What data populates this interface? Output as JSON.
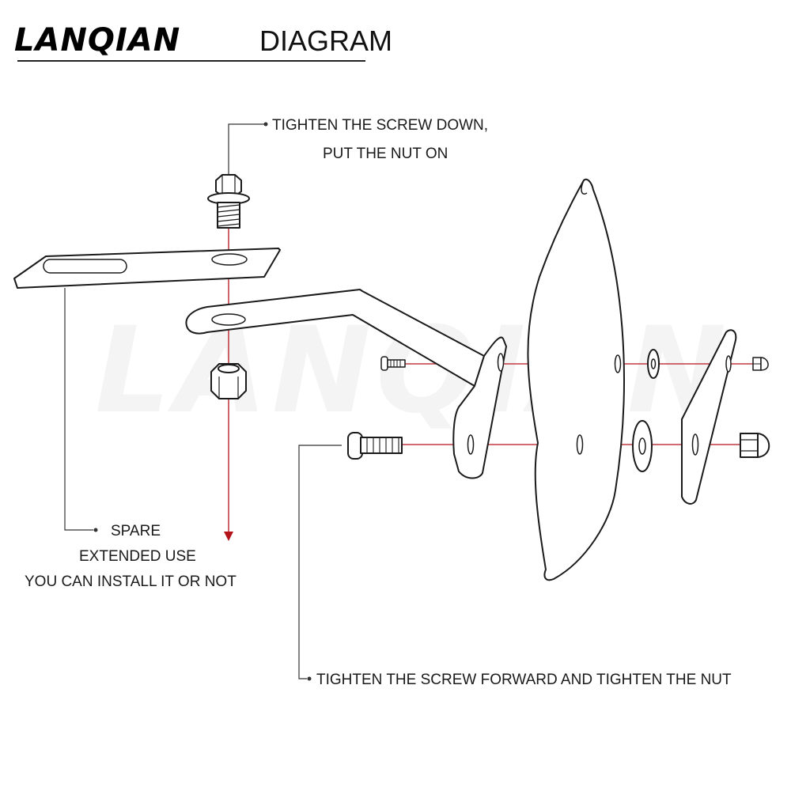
{
  "header": {
    "logo": "LANQIAN",
    "title_suffix": "DIAGRAM"
  },
  "watermark": "LANQIAN",
  "callouts": {
    "top_line1": "TIGHTEN THE SCREW DOWN,",
    "top_line2": "PUT THE NUT ON",
    "spare_line1": "SPARE",
    "spare_line2": "EXTENDED USE",
    "spare_line3": "YOU CAN INSTALL IT OR NOT",
    "bottom_line": "TIGHTEN THE SCREW FORWARD AND TIGHTEN THE NUT"
  },
  "colors": {
    "axis_line": "#b3141c",
    "part_outline": "#1a1a1a",
    "background": "#ffffff"
  }
}
